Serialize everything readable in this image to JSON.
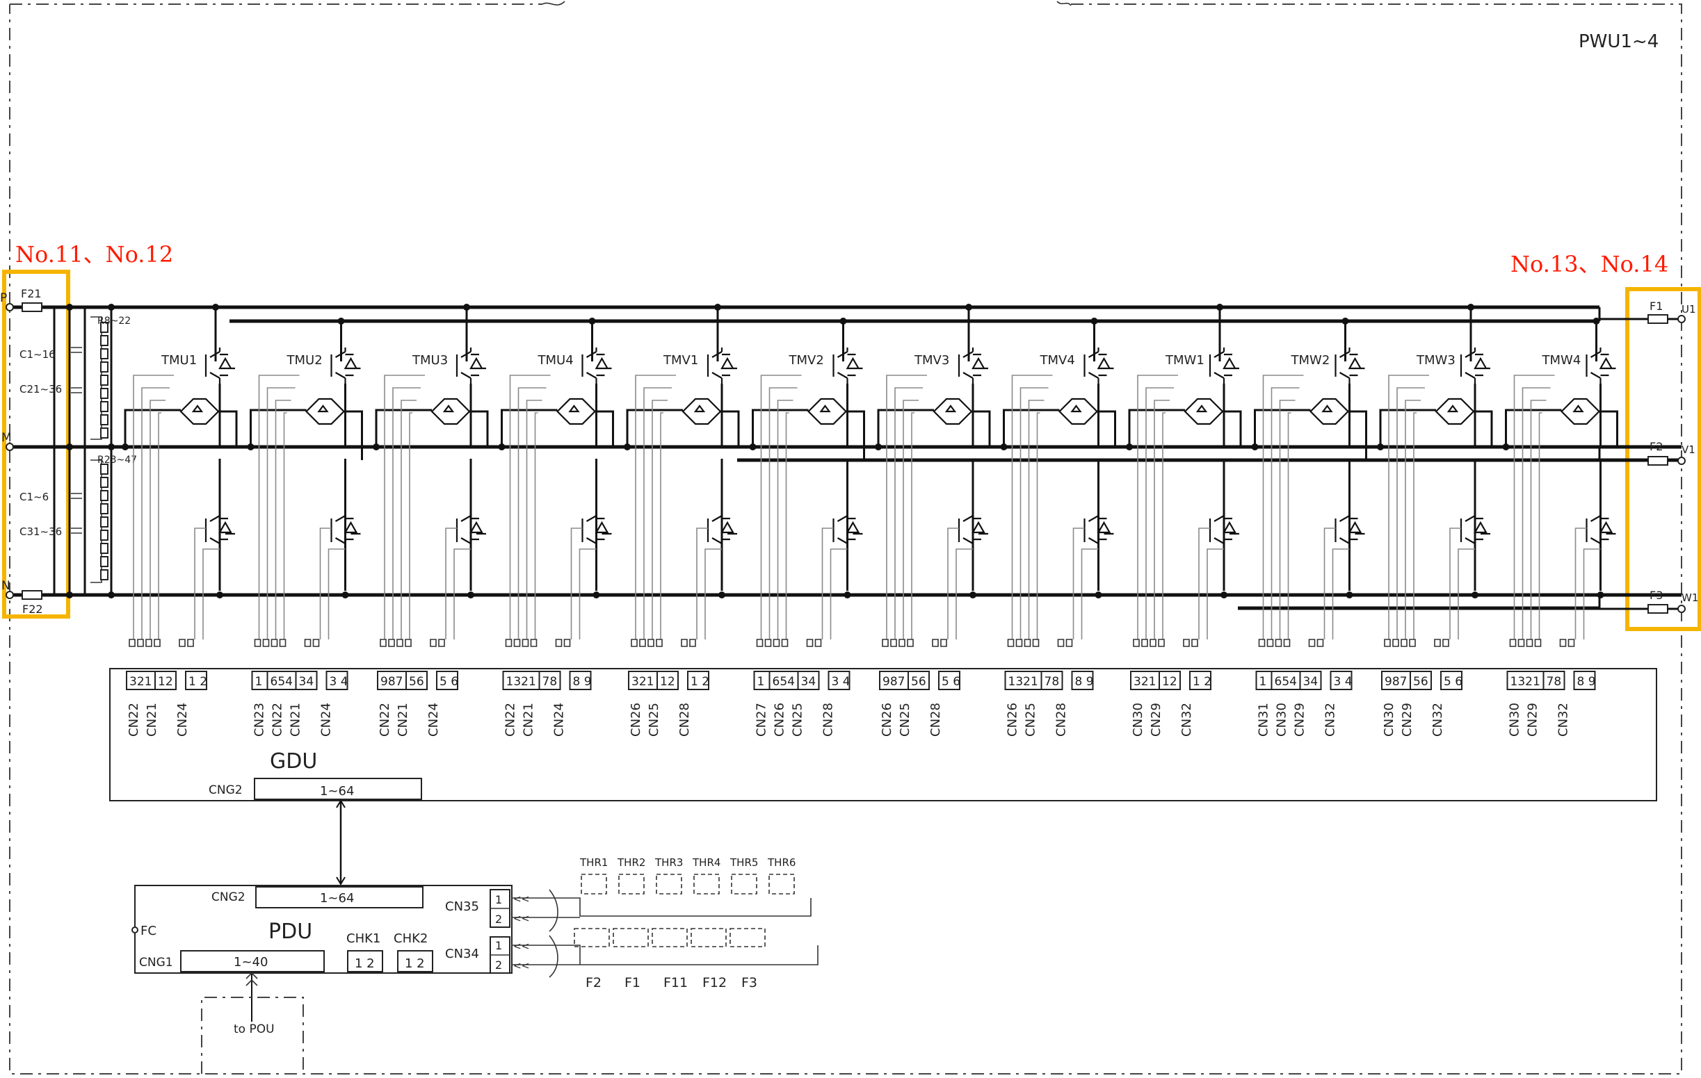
{
  "frame_label": "PWU1~4",
  "annotations": {
    "left": "No.11、No.12",
    "right": "No.13、No.14"
  },
  "left_terminals": {
    "P": "P",
    "M": "M",
    "N": "N",
    "F21": "F21",
    "F22": "F22"
  },
  "right_terminals": [
    {
      "fuse": "F1",
      "phase": "U1"
    },
    {
      "fuse": "F2",
      "phase": "V1"
    },
    {
      "fuse": "F3",
      "phase": "W1"
    }
  ],
  "capacitors": [
    "C1~16",
    "C21~36",
    "C1~6",
    "C31~36"
  ],
  "resistors": [
    "R8~22",
    "R23~47"
  ],
  "modules": [
    "TMU1",
    "TMU2",
    "TMU3",
    "TMU4",
    "TMV1",
    "TMV2",
    "TMV3",
    "TMV4",
    "TMW1",
    "TMW2",
    "TMW3",
    "TMW4"
  ],
  "module_connectors": [
    {
      "pins": [
        "321",
        "12",
        "1 2"
      ],
      "labels": [
        "CN22",
        "CN21",
        "CN24"
      ]
    },
    {
      "pins": [
        "1",
        "654",
        "34",
        "3 4"
      ],
      "labels": [
        "CN23",
        "CN22",
        "CN21",
        "CN24"
      ]
    },
    {
      "pins": [
        "987",
        "56",
        "5 6"
      ],
      "labels": [
        "CN22",
        "CN21",
        "CN24"
      ]
    },
    {
      "pins": [
        "1321",
        "78",
        "8 9"
      ],
      "labels": [
        "CN22",
        "CN21",
        "CN24"
      ]
    },
    {
      "pins": [
        "321",
        "12",
        "1 2"
      ],
      "labels": [
        "CN26",
        "CN25",
        "CN28"
      ]
    },
    {
      "pins": [
        "1",
        "654",
        "34",
        "3 4"
      ],
      "labels": [
        "CN27",
        "CN26",
        "CN25",
        "CN28"
      ]
    },
    {
      "pins": [
        "987",
        "56",
        "5 6"
      ],
      "labels": [
        "CN26",
        "CN25",
        "CN28"
      ]
    },
    {
      "pins": [
        "1321",
        "78",
        "8 9"
      ],
      "labels": [
        "CN26",
        "CN25",
        "CN28"
      ]
    },
    {
      "pins": [
        "321",
        "12",
        "1 2"
      ],
      "labels": [
        "CN30",
        "CN29",
        "CN32"
      ]
    },
    {
      "pins": [
        "1",
        "654",
        "34",
        "3 4"
      ],
      "labels": [
        "CN31",
        "CN30",
        "CN29",
        "CN32"
      ]
    },
    {
      "pins": [
        "987",
        "56",
        "5 6"
      ],
      "labels": [
        "CN30",
        "CN29",
        "CN32"
      ]
    },
    {
      "pins": [
        "1321",
        "78",
        "8 9"
      ],
      "labels": [
        "CN30",
        "CN29",
        "CN32"
      ]
    }
  ],
  "gdu": {
    "title": "GDU",
    "cng_label": "CNG2",
    "cng_range": "1~64"
  },
  "pdu": {
    "title": "PDU",
    "fc": "FC",
    "cng2_label": "CNG2",
    "cng2_range": "1~64",
    "cng1_label": "CNG1",
    "cng1_range": "1~40",
    "chk1": "CHK1",
    "chk2": "CHK2",
    "chk_pins": "1 2",
    "cn35": "CN35",
    "cn34": "CN34",
    "pin1": "1",
    "pin2": "2"
  },
  "thermal_switches": [
    "THR1",
    "THR2",
    "THR3",
    "THR4",
    "THR5",
    "THR6"
  ],
  "fuse_switches": [
    "F2",
    "F1",
    "F11",
    "F12",
    "F3"
  ],
  "pou_label": "to POU"
}
